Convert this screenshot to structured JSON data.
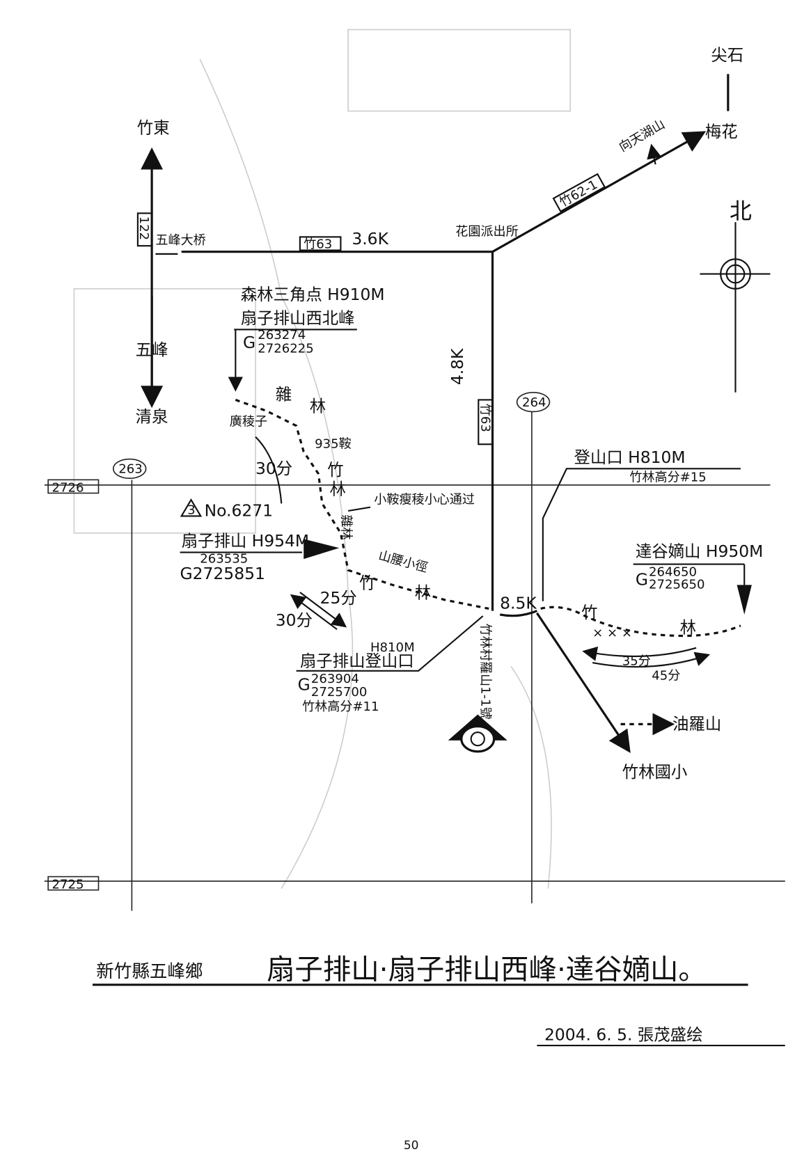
{
  "places": {
    "zhudong": "竹東",
    "wufeng": "五峰",
    "qingquan": "清泉",
    "wufeng_bridge": "五峰大桥",
    "huayuan_police": "花園派出所",
    "meihua": "梅花",
    "jianshi": "尖石",
    "xiangtian_lake": "向天湖山",
    "north": "北",
    "youluo": "油羅山",
    "zhulin_school": "竹林國小"
  },
  "roads": {
    "r122": "122",
    "zhu63_a": "竹63",
    "dist_a": "3.6K",
    "zhu63_b": "竹63",
    "dist_b": "4.8K",
    "zhu62_1": "竹62-1",
    "dist_c": "8.5K"
  },
  "grid": {
    "n2726": "2726",
    "n2725": "2725",
    "e263": "263",
    "e264": "264"
  },
  "peaks": {
    "nw_peak": {
      "line1": "森林三角点 H910M",
      "name": "扇子排山西北峰",
      "g": "G",
      "e": "263274",
      "n": "2726225"
    },
    "main_peak": {
      "marker": "3",
      "number": "No.6271",
      "name": "扇子排山 H954M",
      "e": "263535",
      "gn": "G2725851"
    },
    "trailhead": {
      "height": "H810M",
      "name": "扇子排山登山口",
      "g": "G",
      "e": "263904",
      "n": "2725700",
      "pole": "竹林高分#11"
    },
    "trailhead_east": {
      "name": "登山口 H810M",
      "pole": "竹林高分#15"
    },
    "dagu": {
      "name": "達谷嫡山 H950M",
      "g": "G",
      "e": "264650",
      "n": "2725650"
    }
  },
  "trail_labels": {
    "za": "雜",
    "lin": "林",
    "guanglengzi": "廣稜子",
    "saddle": "935鞍",
    "zhu1": "竹",
    "lin1": "林",
    "warning": "小鞍瘦稜小心通过",
    "zalin": "雜林",
    "shanyao": "山腰小徑",
    "zhu2": "竹",
    "lin2": "林",
    "village": "竹林村羅山1-1號",
    "zhu3": "竹",
    "lin3": "林",
    "xmarks": "× × ×"
  },
  "times": {
    "t30a": "30分",
    "t25": "25分",
    "t30b": "30分",
    "t35": "35分",
    "t45": "45分"
  },
  "footer": {
    "region": "新竹縣五峰鄉",
    "title": "扇子排山·扇子排山西峰·達谷嫡山。",
    "signature": "2004. 6. 5. 張茂盛绘",
    "page_number": "50"
  }
}
